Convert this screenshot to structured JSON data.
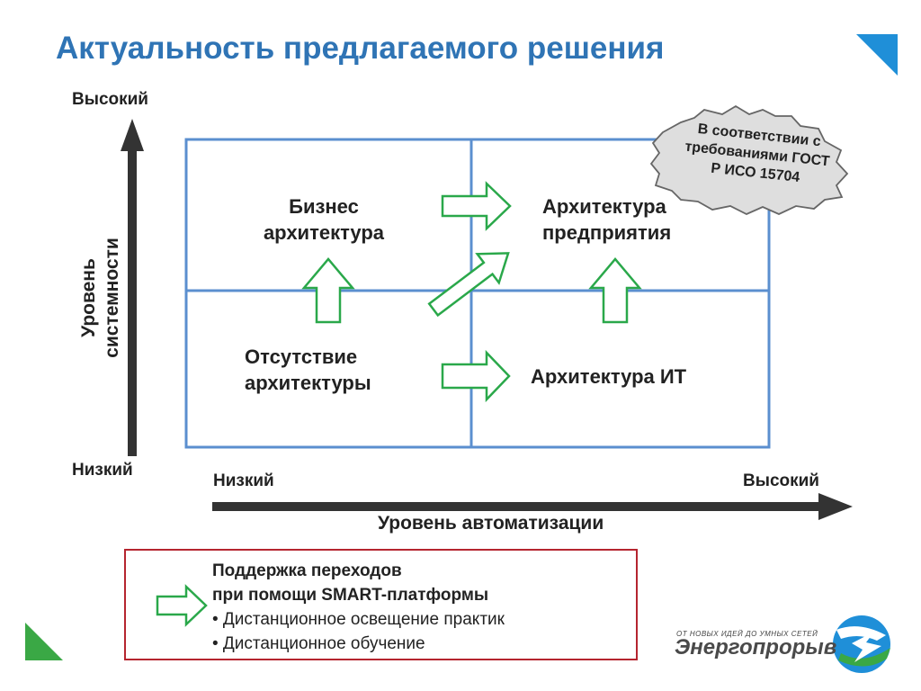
{
  "title": "Актуальность предлагаемого решения",
  "y_axis": {
    "title_line1": "Уровень",
    "title_line2": "системности",
    "high": "Высокий",
    "low": "Низкий"
  },
  "x_axis": {
    "title": "Уровень автоматизации",
    "low": "Низкий",
    "high": "Высокий"
  },
  "quadrants": {
    "top_left": {
      "line1": "Бизнес",
      "line2": "архитектура"
    },
    "top_right": {
      "line1": "Архитектура",
      "line2": "предприятия"
    },
    "bottom_left": {
      "line1": "Отсутствие",
      "line2": "архитектуры"
    },
    "bottom_right": {
      "line1": "Архитектура ИТ"
    }
  },
  "stamp": {
    "line1": "В соответствии с",
    "line2": "требованиями ГОСТ",
    "line3": "Р ИСО 15704"
  },
  "legend": {
    "heading_line1": "Поддержка переходов",
    "heading_line2": "при помощи SMART-платформы",
    "bullets": [
      "• Дистанционное освещение практик",
      "• Дистанционное обучение"
    ]
  },
  "brand": {
    "slogan": "ОТ НОВЫХ ИДЕЙ ДО УМНЫХ СЕТЕЙ",
    "name": "Энергопрорыв"
  },
  "colors": {
    "title": "#2f74b5",
    "grid": "#5b8fcf",
    "arrow_green": "#2aa84a",
    "legend_border": "#b5252f",
    "axis": "#333333",
    "corner_blue": "#1f8fd8",
    "corner_green": "#3aa845"
  }
}
